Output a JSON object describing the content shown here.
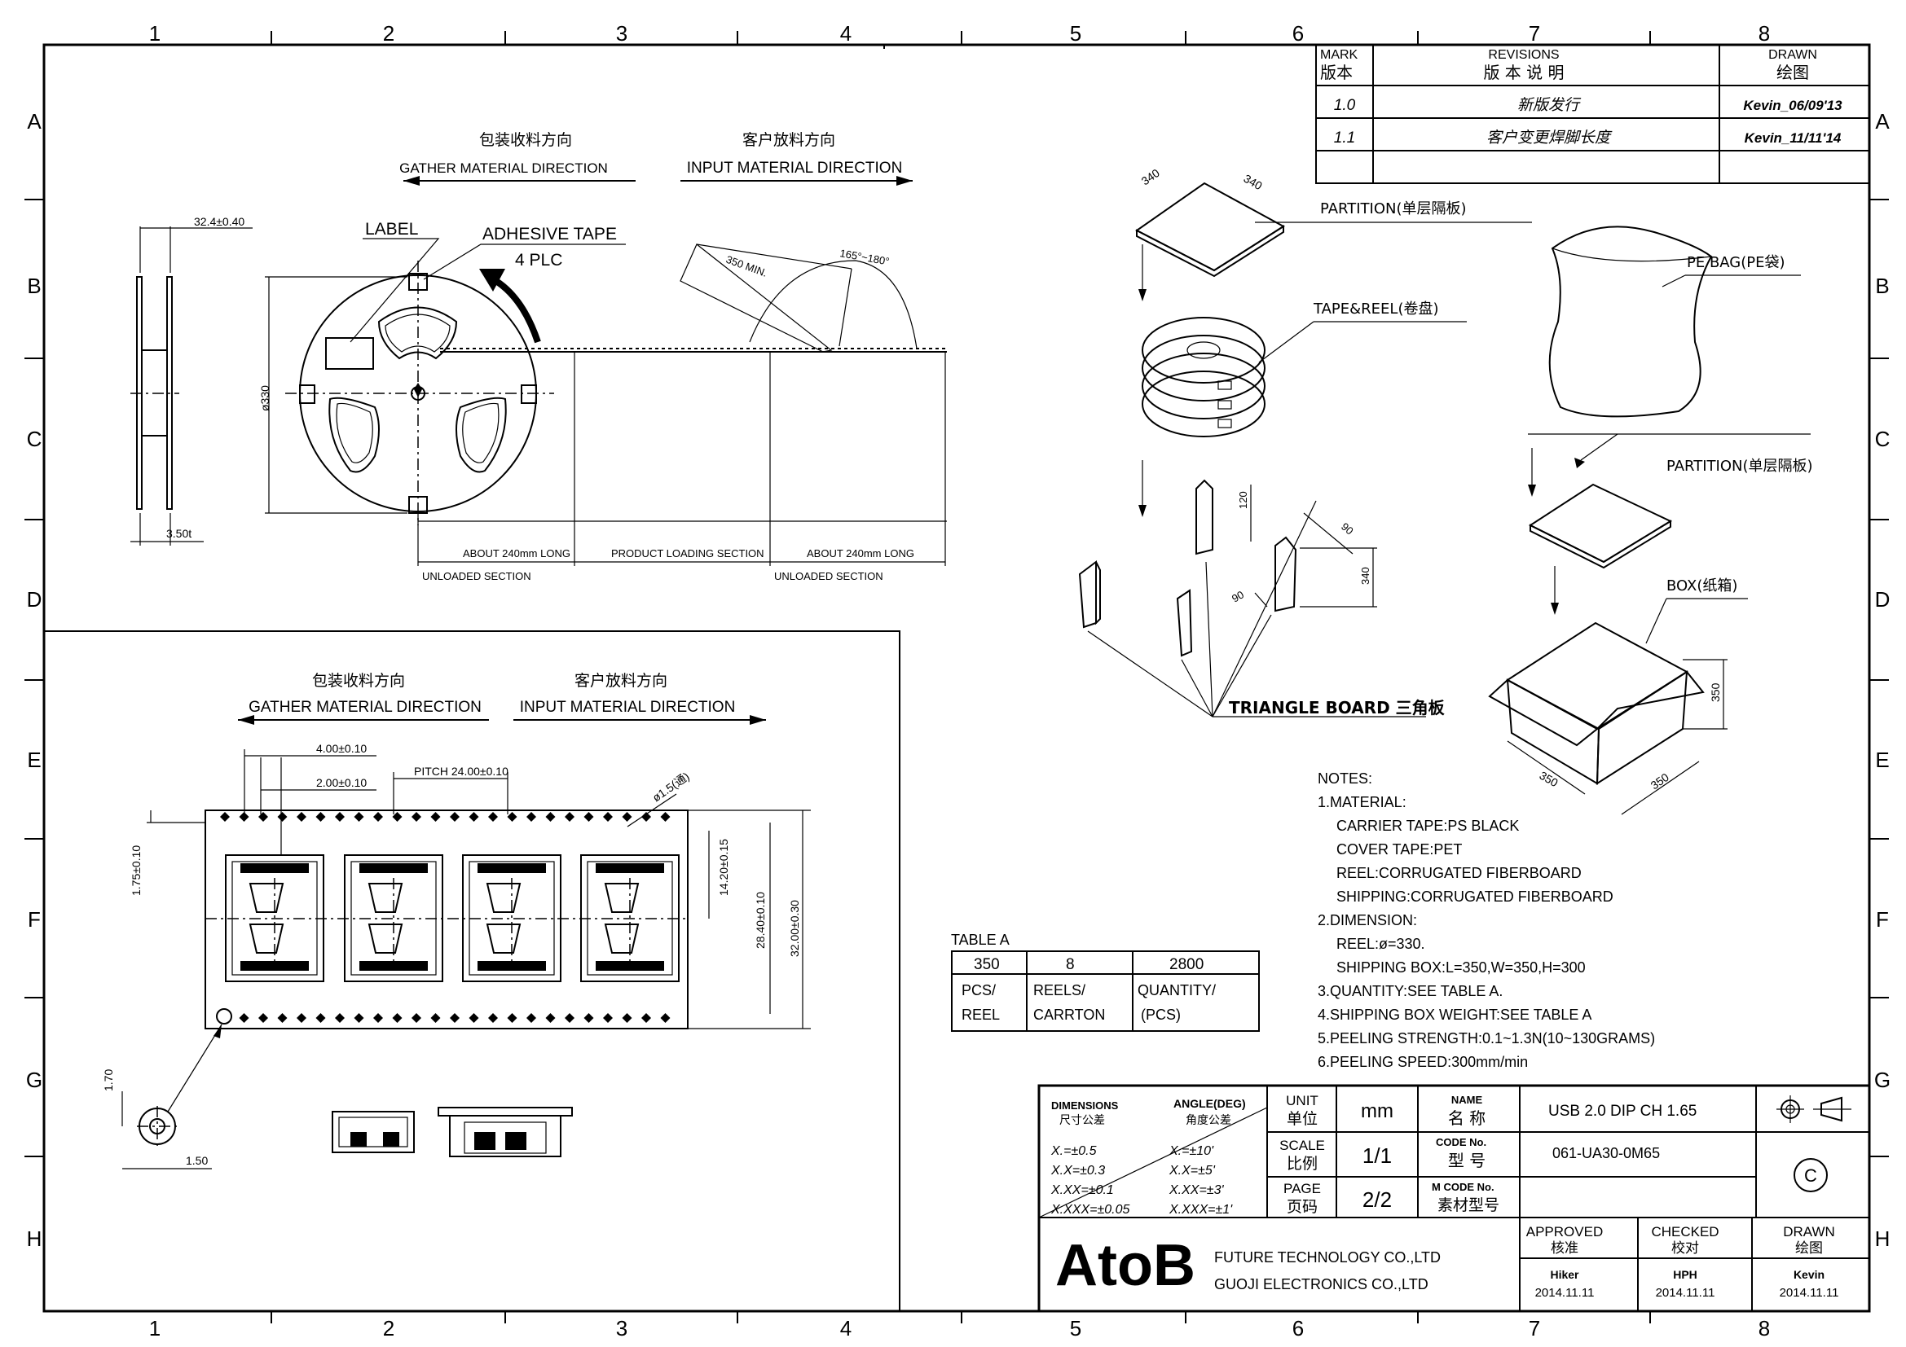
{
  "ruler": {
    "cols": [
      "1",
      "2",
      "3",
      "4",
      "5",
      "6",
      "7",
      "8"
    ],
    "rows": [
      "A",
      "B",
      "C",
      "D",
      "E",
      "F",
      "G",
      "H"
    ]
  },
  "revisions": {
    "mark_en": "MARK",
    "mark_cn": "版本",
    "rev_en": "REVISIONS",
    "rev_cn": "版 本 说 明",
    "drawn_en": "DRAWN",
    "drawn_cn": "绘图",
    "rows": [
      {
        "mark": "1.0",
        "desc": "新版发行",
        "drawn": "Kevin_06/09'13"
      },
      {
        "mark": "1.1",
        "desc": "客户变更焊脚长度",
        "drawn": "Kevin_11/11'14"
      }
    ]
  },
  "reel_view": {
    "gather_cn": "包装收料方向",
    "gather_en": "GATHER MATERIAL DIRECTION",
    "input_cn": "客户放料方向",
    "input_en": "INPUT MATERIAL DIRECTION",
    "label": "LABEL",
    "adhesive": "ADHESIVE TAPE",
    "plc": "4 PLC",
    "width_dim": "32.4±0.40",
    "thick_dim": "3.50t",
    "dia_dim": "ø330",
    "min_dim": "350 MIN.",
    "angle_dim": "165°~180°",
    "about_1": "ABOUT 240mm LONG",
    "unloaded_1": "UNLOADED SECTION",
    "product": "PRODUCT LOADING SECTION",
    "about_2": "ABOUT 240mm LONG",
    "unloaded_2": "UNLOADED SECTION"
  },
  "tape_view": {
    "gather_cn": "包装收料方向",
    "gather_en": "GATHER MATERIAL DIRECTION",
    "input_cn": "客户放料方向",
    "input_en": "INPUT MATERIAL DIRECTION",
    "d1": "4.00±0.10",
    "d2": "2.00±0.10",
    "pitch": "PITCH 24.00±0.10",
    "hole": "ø1.5(通)",
    "d_left": "1.75±0.10",
    "d_r1": "14.20±0.15",
    "d_r2": "28.40±0.10",
    "d_r3": "32.00±0.30",
    "detail_h": "1.70",
    "detail_w": "1.50"
  },
  "packing": {
    "partition1": "PARTITION(单层隔板)",
    "pe_bag": "PE BAG(PE袋)",
    "tape_reel": "TAPE&REEL(卷盘)",
    "partition2": "PARTITION(单层隔板)",
    "box": "BOX(纸箱)",
    "triangle": "TRIANGLE BOARD 三角板",
    "dim_340a": "340",
    "dim_340b": "340",
    "dim_120": "120",
    "dim_90a": "90",
    "dim_90b": "90",
    "dim_340c": "340",
    "dim_350a": "350",
    "dim_350b": "350",
    "dim_350c": "350"
  },
  "notes": {
    "title": "NOTES:",
    "lines": [
      "1.MATERIAL:",
      "CARRIER TAPE:PS BLACK",
      "COVER TAPE:PET",
      "REEL:CORRUGATED FIBERBOARD",
      "SHIPPING:CORRUGATED FIBERBOARD",
      "2.DIMENSION:",
      "REEL:ø=330.",
      "SHIPPING BOX:L=350,W=350,H=300",
      "3.QUANTITY:SEE TABLE A.",
      "4.SHIPPING BOX WEIGHT:SEE TABLE A",
      "5.PEELING STRENGTH:0.1~1.3N(10~130GRAMS)",
      "6.PEELING SPEED:300mm/min"
    ]
  },
  "table_a": {
    "title": "TABLE A",
    "values": [
      "350",
      "8",
      "2800"
    ],
    "labels": [
      [
        "PCS/",
        "REEL"
      ],
      [
        "REELS/",
        "CARRTON"
      ],
      [
        "QUANTITY/",
        "(PCS)"
      ]
    ]
  },
  "title_block": {
    "dims_en": "DIMENSIONS",
    "dims_cn": "尺寸公差",
    "angle_en": "ANGLE(DEG)",
    "angle_cn": "角度公差",
    "tol": [
      "X.=±0.5",
      "X.X=±0.3",
      "X.XX=±0.1",
      "X.XXX=±0.05"
    ],
    "ang": [
      "X.=±10'",
      "X.X=±5'",
      "X.XX=±3'",
      "X.XXX=±1'"
    ],
    "unit_en": "UNIT",
    "unit_cn": "单位",
    "unit": "mm",
    "scale_en": "SCALE",
    "scale_cn": "比例",
    "scale": "1/1",
    "page_en": "PAGE",
    "page_cn": "页码",
    "page": "2/2",
    "name_en": "NAME",
    "name_cn": "名 称",
    "name": "USB 2.0 DIP CH 1.65",
    "code_en": "CODE No.",
    "code_cn": "型 号",
    "code": "061-UA30-0M65",
    "mcode_en": "M CODE No.",
    "mcode_cn": "素材型号",
    "copyright": "C",
    "logo": "AtoB",
    "company1": "FUTURE TECHNOLOGY CO.,LTD",
    "company2": "GUOJI ELECTRONICS CO.,LTD",
    "approved_en": "APPROVED",
    "approved_cn": "核准",
    "approved_by": "Hiker",
    "approved_date": "2014.11.11",
    "checked_en": "CHECKED",
    "checked_cn": "校对",
    "checked_by": "HPH",
    "checked_date": "2014.11.11",
    "drawn_en": "DRAWN",
    "drawn_cn": "绘图",
    "drawn_by": "Kevin",
    "drawn_date": "2014.11.11"
  }
}
